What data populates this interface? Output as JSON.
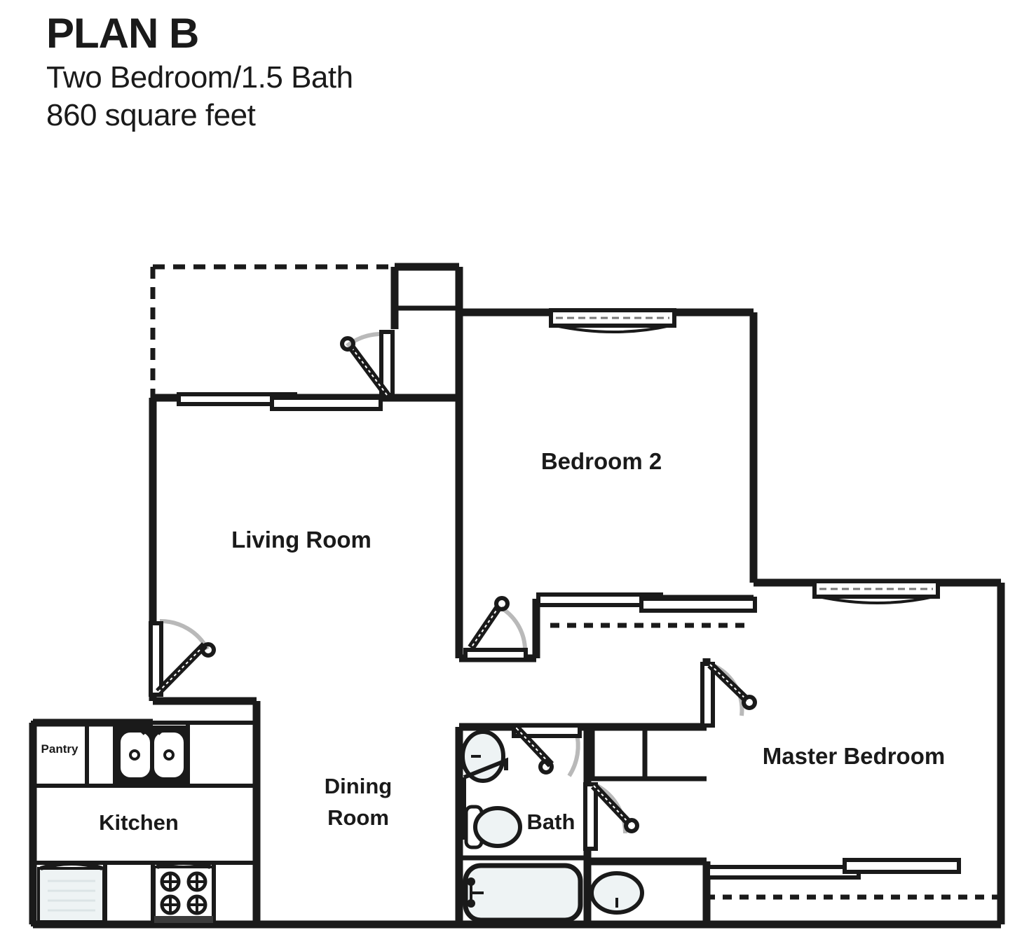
{
  "header": {
    "plan_title": "PLAN B",
    "bedrooms_baths": "Two Bedroom/1.5 Bath",
    "square_feet": "860 square feet"
  },
  "colors": {
    "wall": "#1a1a1a",
    "background": "#ffffff",
    "fixture_fill": "#eef3f4",
    "door_arc": "#b9b9b9"
  },
  "rooms": {
    "living_room": "Living Room",
    "bedroom_2": "Bedroom 2",
    "master_bedroom": "Master Bedroom",
    "dining_room_line1": "Dining",
    "dining_room_line2": "Room",
    "kitchen": "Kitchen",
    "bath": "Bath",
    "pantry": "Pantry"
  },
  "fixtures": {
    "sink_double": "double-basin-sink",
    "refrigerator": "refrigerator",
    "range": "four-burner-range",
    "toilet": "toilet",
    "bathtub": "bathtub",
    "vanity_sink": "oval-sink",
    "half_bath_sink": "oval-sink"
  },
  "openings": {
    "entry_door": "entry-door",
    "patio_slider": "sliding-glass-door",
    "kitchen_door": "kitchen-door",
    "bedroom2_door": "bedroom-2-door",
    "master_door": "master-bedroom-door",
    "bath_door_hall": "bath-door-hall",
    "bath_door_master": "bath-door-master",
    "bedroom2_window": "bedroom-2-window",
    "master_window": "master-bedroom-window",
    "bedroom2_closet": "bedroom-2-closet",
    "master_closet": "master-bedroom-closet",
    "patio_outline": "patio-balcony-outline"
  }
}
